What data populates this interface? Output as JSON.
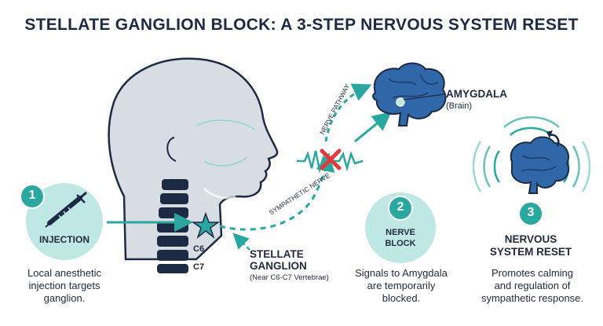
{
  "title": "STELLATE GANGLION BLOCK: A 3-STEP NERVOUS SYSTEM RESET",
  "colors": {
    "navy": "#1d2a44",
    "teal": "#2aa8a0",
    "teal_light": "#bfe8e5",
    "brain_blue": "#2f67a8",
    "red_x": "#e23a3a",
    "head_gray": "#d8dde4"
  },
  "step1": {
    "number": "1",
    "label": "INJECTION",
    "icon": "syringe-icon",
    "caption": [
      "Local anesthetic",
      "injection targets",
      "ganglion."
    ]
  },
  "step2": {
    "number": "2",
    "label_line1": "NERVE",
    "label_line2": "BLOCK",
    "caption": [
      "Signals to Amygdala",
      "are temporarily",
      "blocked."
    ]
  },
  "step3": {
    "number": "3",
    "label_line1": "NERVOUS",
    "label_line2": "SYSTEM RESET",
    "icon": "brain-reset-icon",
    "caption": [
      "Promotes calming",
      "and regulation of",
      "sympathetic response."
    ]
  },
  "anatomy": {
    "c6": "C6",
    "c7": "C7",
    "ganglion_line1": "STELLATE",
    "ganglion_line2": "GANGLION",
    "ganglion_note": "(Near C6-C7 Vertebrae)",
    "sympathetic_nerve": "SYMPATHETIC NERVE",
    "nerve_pathway": "NERVE PATHWAY",
    "amygdala": "AMYGDALA",
    "brain": "(Brain)"
  }
}
